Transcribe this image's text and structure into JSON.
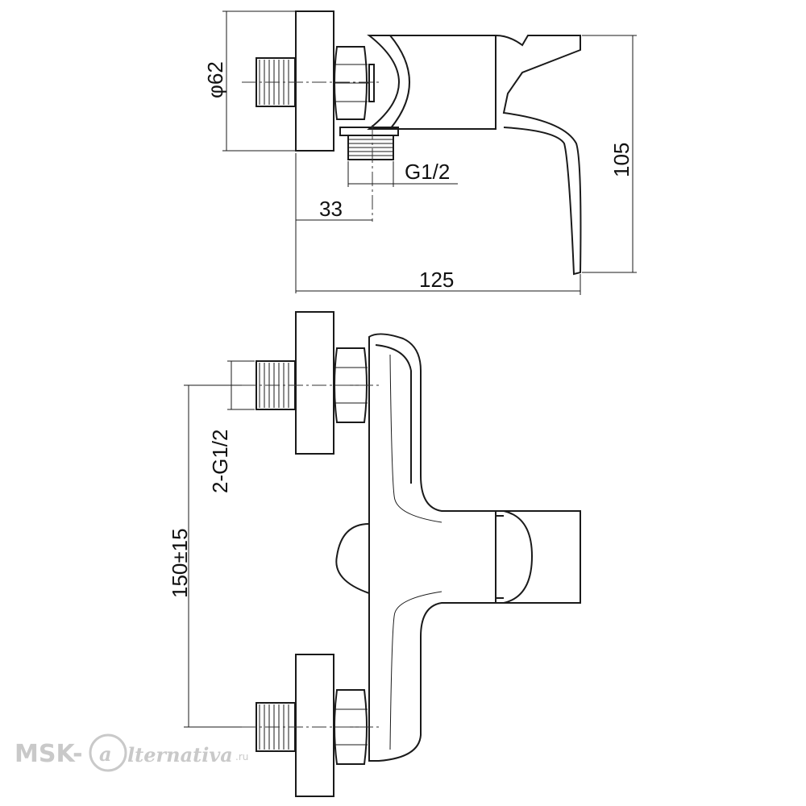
{
  "dimensions": {
    "diameter": "φ62",
    "outlet_thread": "G1/2",
    "depth_33": "33",
    "width_125": "125",
    "height_105": "105",
    "inlet_threads": "2-G1/2",
    "center_distance": "150±15"
  },
  "watermark": {
    "brand": "MSK-",
    "logo_letter": "a",
    "name": "lternativa",
    "domain": ".ru"
  }
}
